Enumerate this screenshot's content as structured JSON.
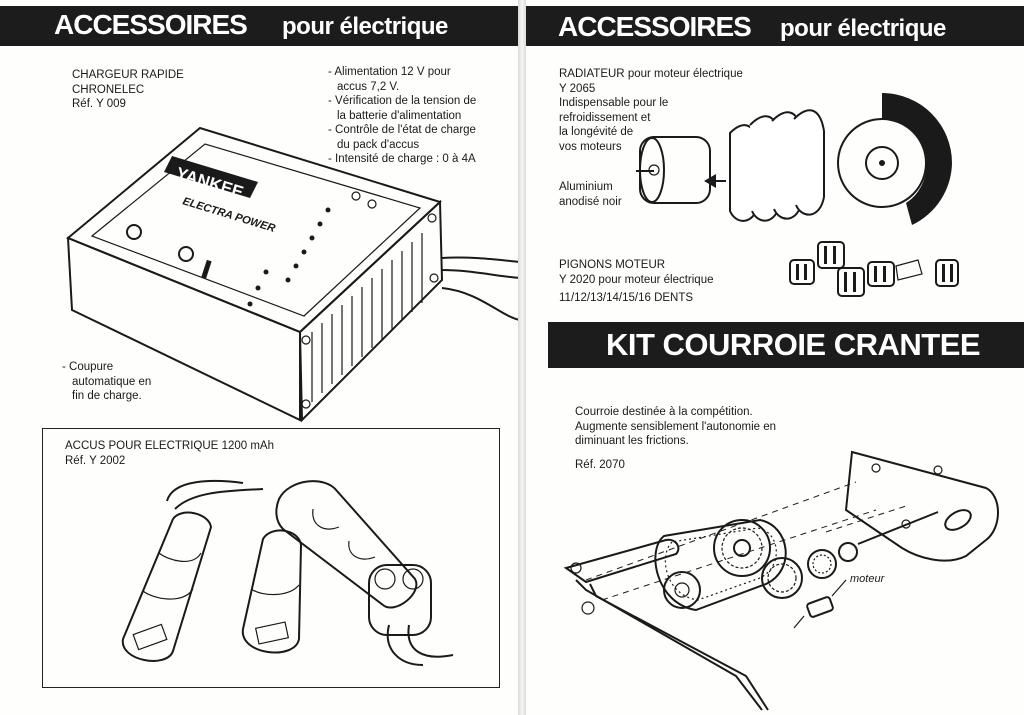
{
  "left_page": {
    "banner": {
      "main": "ACCESSOIRES",
      "sub": "pour électrique"
    },
    "charger": {
      "title_lines": [
        "CHARGEUR RAPIDE",
        "CHRONELEC",
        "Réf. Y 009"
      ],
      "features": [
        "- Alimentation 12 V pour",
        "accus 7,2 V.",
        "- Vérification de la tension de",
        "la batterie d'alimentation",
        "- Contrôle de l'état de charge",
        "du pack d'accus",
        "- Intensité de charge : 0 à 4A"
      ],
      "auto_cutoff": [
        "- Coupure",
        "automatique en",
        "fin de charge."
      ],
      "device_brand": "YANKEE",
      "device_model": "ELECTRA POWER"
    },
    "batteries": {
      "title": "ACCUS POUR ELECTRIQUE",
      "capacity": "1200 mAh",
      "ref": "Réf. Y 2002"
    }
  },
  "right_page": {
    "banner": {
      "main": "ACCESSOIRES",
      "sub": "pour électrique"
    },
    "radiator": {
      "title": "RADIATEUR",
      "title_rest": "pour moteur électrique",
      "ref": "Y 2065",
      "desc": [
        "Indispensable pour le",
        "refroidissement et",
        "la longévité de",
        "vos moteurs"
      ],
      "material": [
        "Aluminium",
        "anodisé noir"
      ]
    },
    "pinions": {
      "title": "PIGNONS MOTEUR",
      "ref_line": "Y 2020 pour moteur électrique",
      "sizes": "11/12/13/14/15/16 DENTS"
    },
    "kit_banner": "KIT COURROIE CRANTEE",
    "belt": {
      "desc": [
        "Courroie destinée à la compétition.",
        "Augmente sensiblement l'autonomie en",
        "diminuant les frictions."
      ],
      "ref": "Réf. 2070",
      "motor_label": "moteur"
    }
  }
}
